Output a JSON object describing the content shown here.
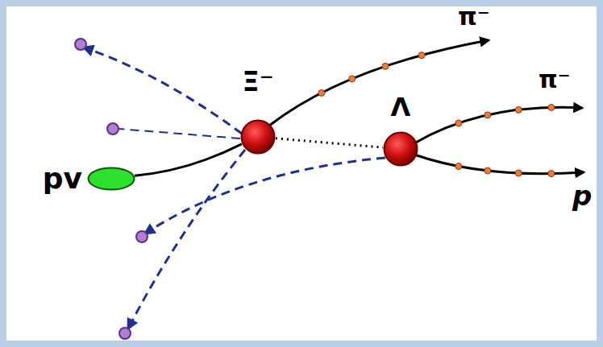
{
  "diagram": {
    "nodes": [
      {
        "text": [
          "pv"
        ]
      },
      {
        "text": [
          "Ξ⁻"
        ]
      },
      {
        "text": [
          "Λ"
        ]
      }
    ],
    "edges": [
      {
        "from": 0,
        "to": 1,
        "arrow": "none"
      },
      {
        "from": 1,
        "to": 2,
        "arrow": "none"
      }
    ],
    "labels": [
      "π⁻",
      "π⁻",
      "p"
    ]
  }
}
